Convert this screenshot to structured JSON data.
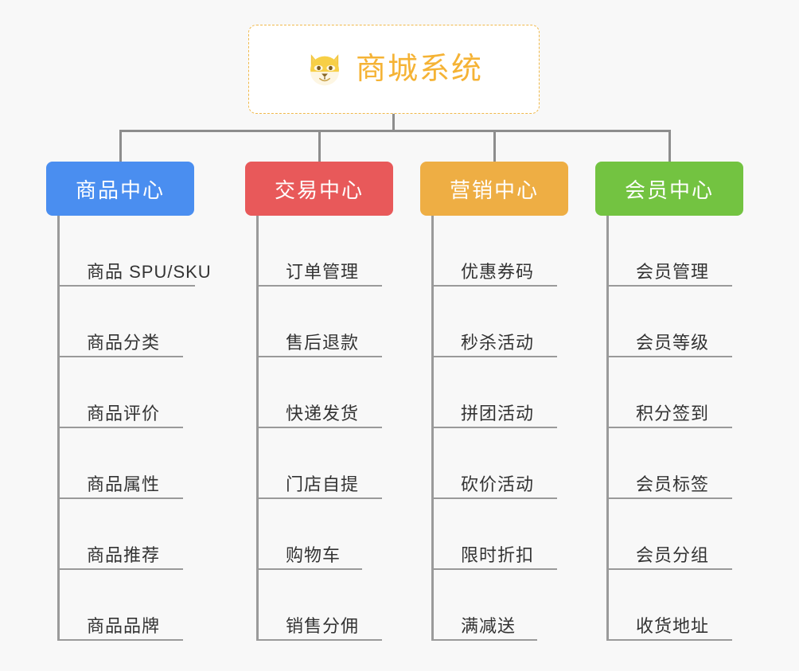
{
  "page": {
    "background_color": "#f8f8f8",
    "text_color": "#333333",
    "connector_color": "#9a9a9a"
  },
  "root": {
    "title": "商城系统",
    "icon": "shiba-dog-icon",
    "text_color": "#f5b335",
    "border_color": "#f0b94a",
    "background": "#ffffff"
  },
  "columns": [
    {
      "header": "商品中心",
      "color": "#4a8ef0",
      "items": [
        "商品 SPU/SKU",
        "商品分类",
        "商品评价",
        "商品属性",
        "商品推荐",
        "商品品牌"
      ]
    },
    {
      "header": "交易中心",
      "color": "#e8595a",
      "items": [
        "订单管理",
        "售后退款",
        "快递发货",
        "门店自提",
        "购物车",
        "销售分佣"
      ]
    },
    {
      "header": "营销中心",
      "color": "#eeae44",
      "items": [
        "优惠券码",
        "秒杀活动",
        "拼团活动",
        "砍价活动",
        "限时折扣",
        "满减送"
      ]
    },
    {
      "header": "会员中心",
      "color": "#73c341",
      "items": [
        "会员管理",
        "会员等级",
        "积分签到",
        "会员标签",
        "会员分组",
        "收货地址"
      ]
    }
  ]
}
